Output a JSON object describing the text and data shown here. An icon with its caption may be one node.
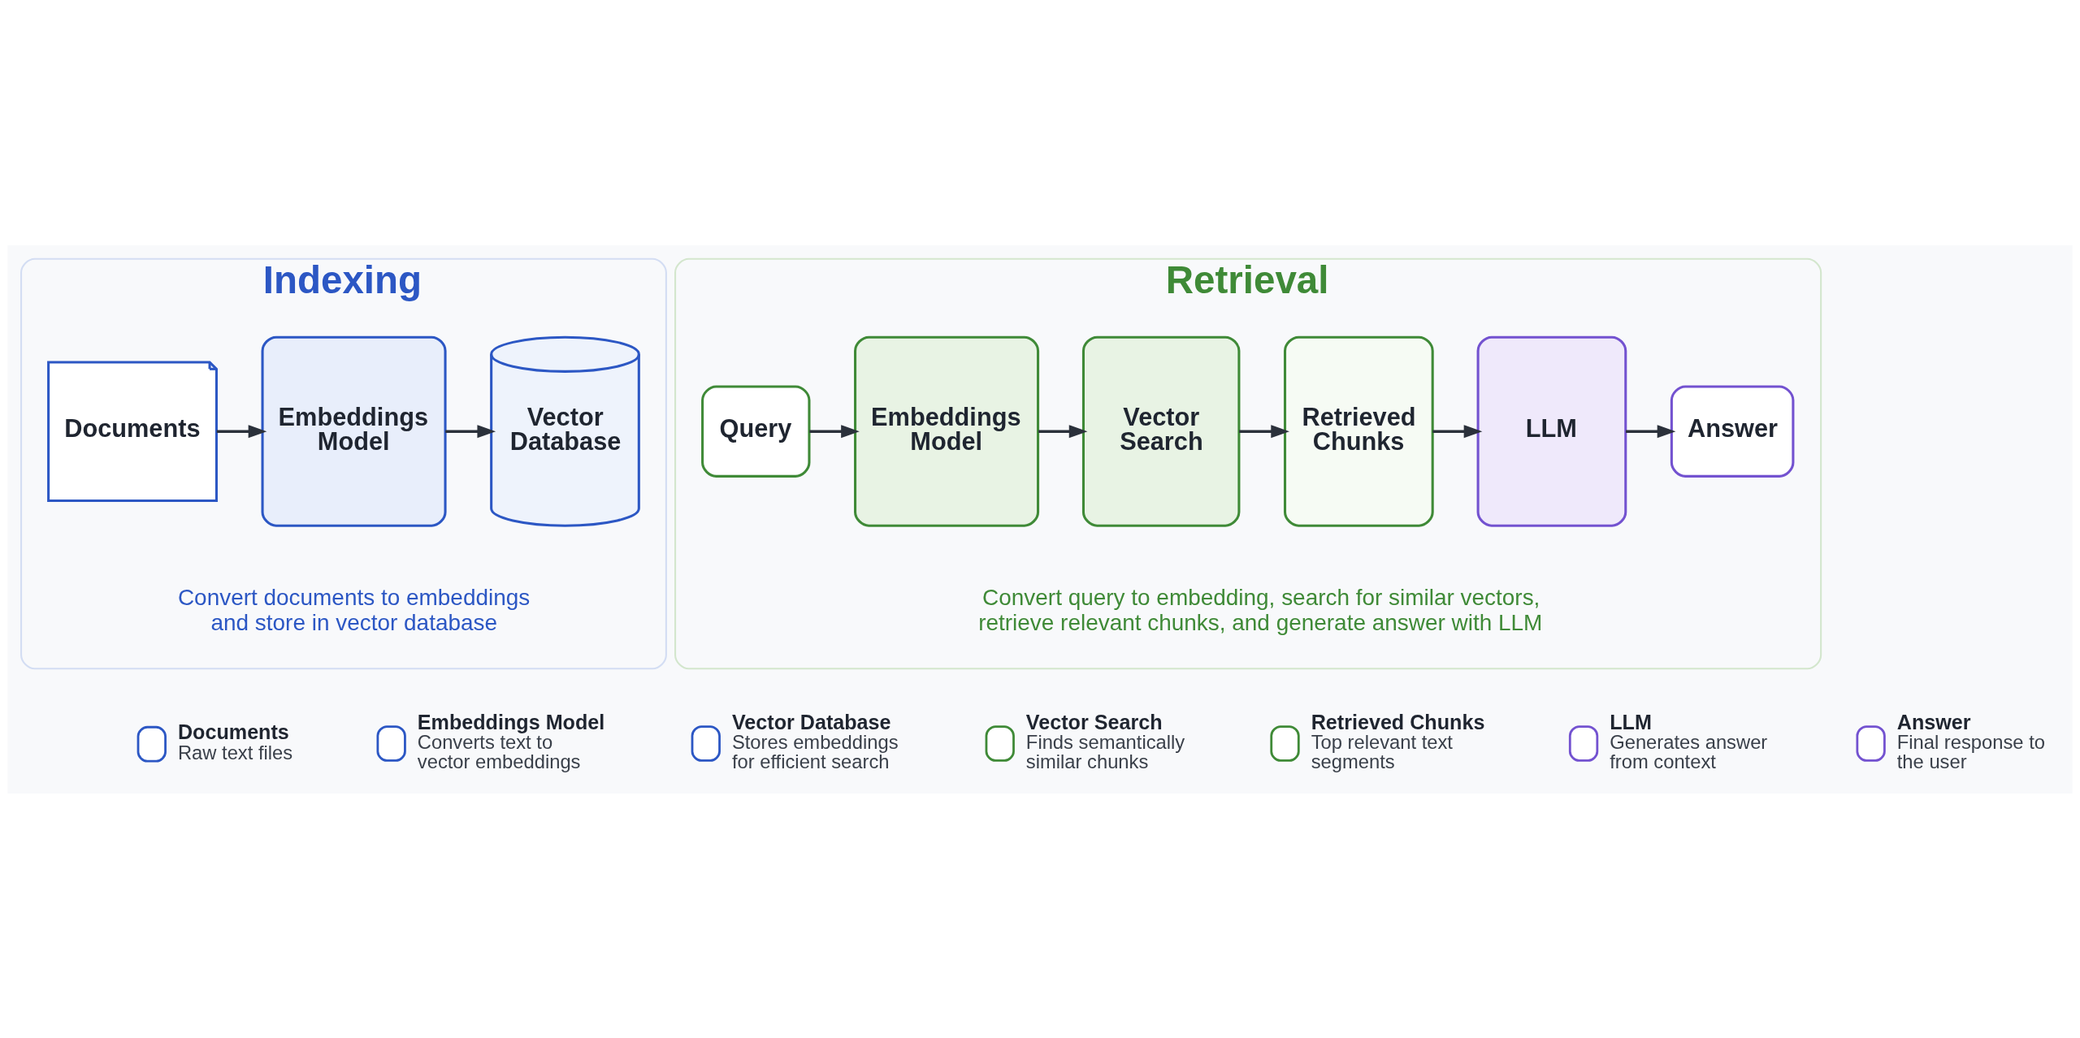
{
  "diagram": {
    "nodes": [
      {
        "text": [
          "Indexing"
        ],
        "beside": [
          "Convert documents to embeddings and store in vector database"
        ]
      },
      {
        "text": [
          "Documents"
        ],
        "in": 0
      },
      {
        "text": [
          "Embeddings Model"
        ],
        "in": 0
      },
      {
        "text": [
          "Vector Database"
        ],
        "in": 0
      },
      {
        "text": [
          "Retrieval"
        ],
        "beside": [
          "Convert query to embedding, search for similar vectors, retrieve relevant chunks, and generate answer with LLM"
        ]
      },
      {
        "text": [
          "Query"
        ],
        "in": 4
      },
      {
        "text": [
          "Embeddings Model"
        ],
        "in": 4
      },
      {
        "text": [
          "Vector Search"
        ],
        "in": 4
      },
      {
        "text": [
          "Retrieved Chunks"
        ],
        "in": 4
      },
      {
        "text": [
          "LLM"
        ],
        "in": 4
      },
      {
        "text": [
          "Answer"
        ],
        "in": 4
      }
    ],
    "edges": [
      {
        "from": 1,
        "to": 2,
        "arrow": "to"
      },
      {
        "from": 2,
        "to": 3,
        "arrow": "to"
      },
      {
        "from": 5,
        "to": 6,
        "arrow": "to"
      },
      {
        "from": 6,
        "to": 7,
        "arrow": "to"
      },
      {
        "from": 7,
        "to": 8,
        "arrow": "to"
      },
      {
        "from": 8,
        "to": 9,
        "arrow": "to"
      },
      {
        "from": 9,
        "to": 10,
        "arrow": "to"
      }
    ],
    "labels": [
      "Raw text files",
      "Converts text to vector embeddings",
      "Stores embeddings for efficient search",
      "Finds semantically similar chunks",
      "Top relevant text segments",
      "Generates answer from context",
      "Final response to the user"
    ],
    "legend": [
      {
        "text": "Documents"
      },
      {
        "text": "Embeddings Model"
      },
      {
        "text": "Vector Database"
      },
      {
        "text": "Vector Search"
      },
      {
        "text": "Retrieved Chunks"
      },
      {
        "text": "LLM"
      },
      {
        "text": "Answer"
      }
    ]
  }
}
